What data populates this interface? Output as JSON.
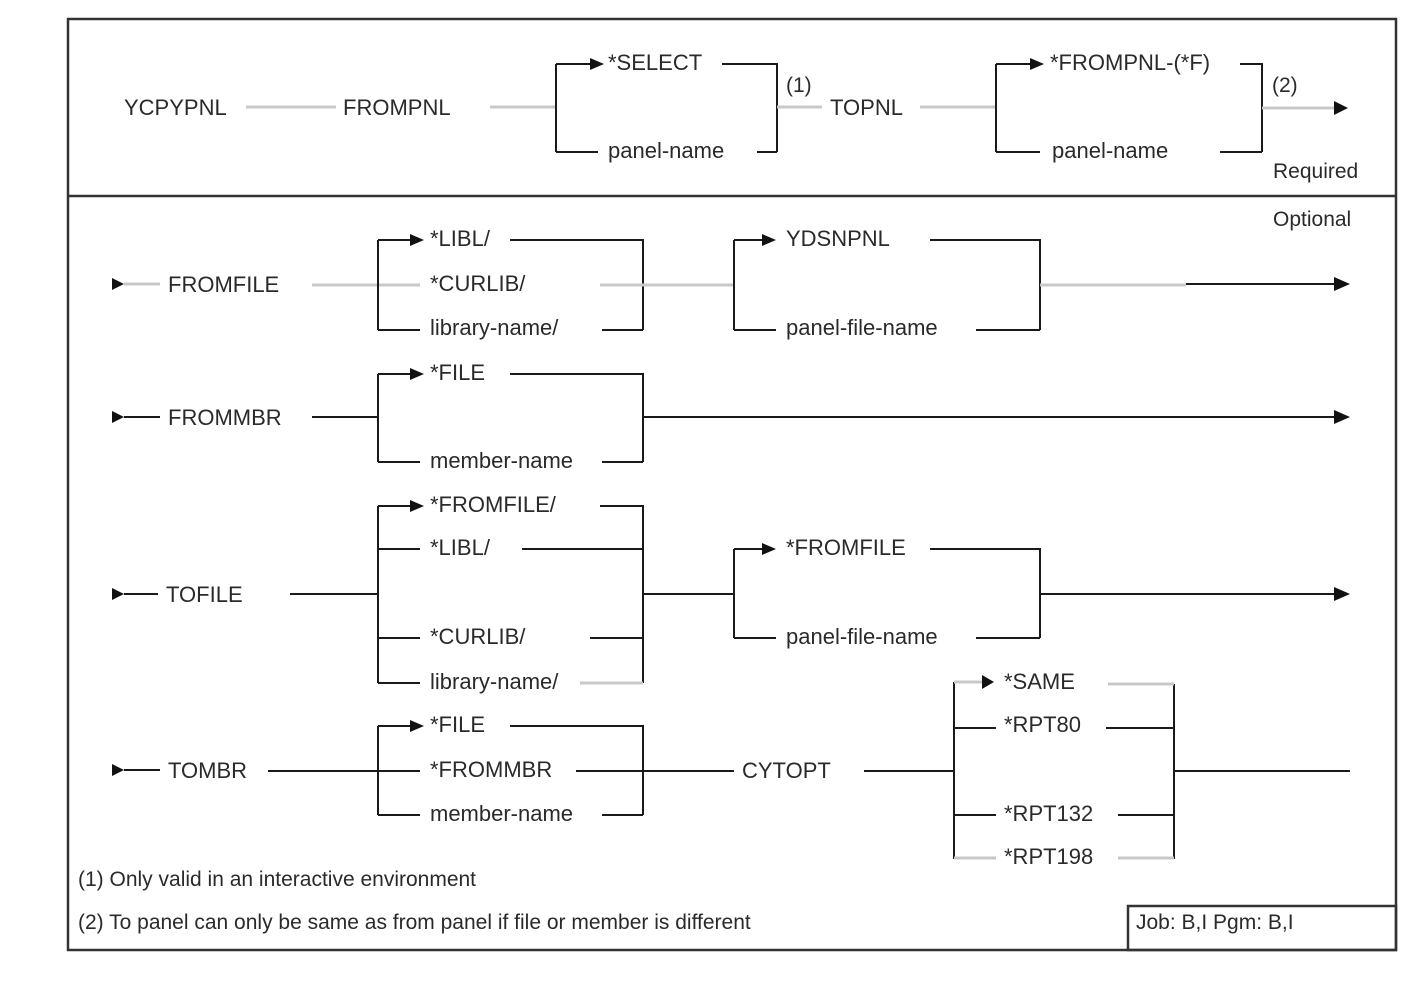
{
  "command": {
    "name": "YCPYPNL",
    "section_labels": {
      "required": "Required",
      "optional": "Optional"
    }
  },
  "required": {
    "frompnl": {
      "keyword": "FROMPNL",
      "options": [
        "*SELECT",
        "panel-name"
      ],
      "default": "*SELECT",
      "note_ref": "(1)"
    },
    "topnl": {
      "keyword": "TOPNL",
      "options": [
        "*FROMPNL-(*F)",
        "panel-name"
      ],
      "default": "*FROMPNL-(*F)",
      "note_ref": "(2)"
    }
  },
  "optional": {
    "fromfile": {
      "keyword": "FROMFILE",
      "library_options": [
        "*LIBL/",
        "*CURLIB/",
        "library-name/"
      ],
      "file_options": [
        "YDSNPNL",
        "panel-file-name"
      ]
    },
    "frommbr": {
      "keyword": "FROMMBR",
      "options": [
        "*FILE",
        "member-name"
      ]
    },
    "tofile": {
      "keyword": "TOFILE",
      "library_options": [
        "*FROMFILE/",
        "*LIBL/",
        "*CURLIB/",
        "library-name/"
      ],
      "file_options": [
        "*FROMFILE",
        "panel-file-name"
      ]
    },
    "tombr": {
      "keyword": "TOMBR",
      "options": [
        "*FILE",
        "*FROMMBR",
        "member-name"
      ]
    },
    "cytopt": {
      "keyword": "CYTOPT",
      "options": [
        "*SAME",
        "*RPT80",
        "*RPT132",
        "*RPT198"
      ]
    }
  },
  "notes": [
    "(1) Only valid in an interactive environment",
    "(2) To panel can only be same as from panel if file or member is different"
  ],
  "footer": {
    "job_pgm": "Job: B,I  Pgm: B,I"
  }
}
